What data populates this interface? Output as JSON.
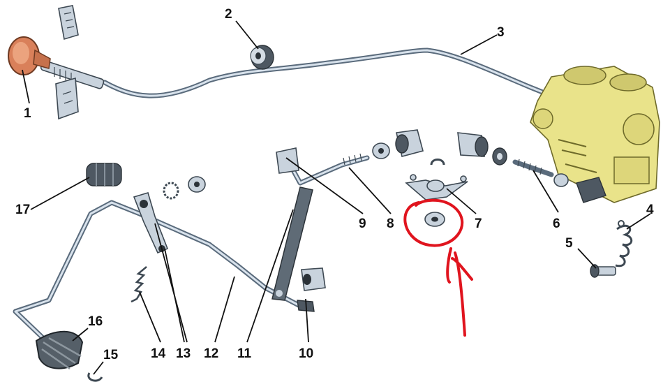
{
  "colors": {
    "rod": "#5a6b7c",
    "carburetor": "#e9e38a",
    "knob": "#d9805a",
    "highlight": "#e0141e"
  },
  "labels": [
    "1",
    "2",
    "3",
    "4",
    "5",
    "6",
    "7",
    "8",
    "9",
    "10",
    "11",
    "12",
    "13",
    "14",
    "15",
    "16",
    "17"
  ]
}
